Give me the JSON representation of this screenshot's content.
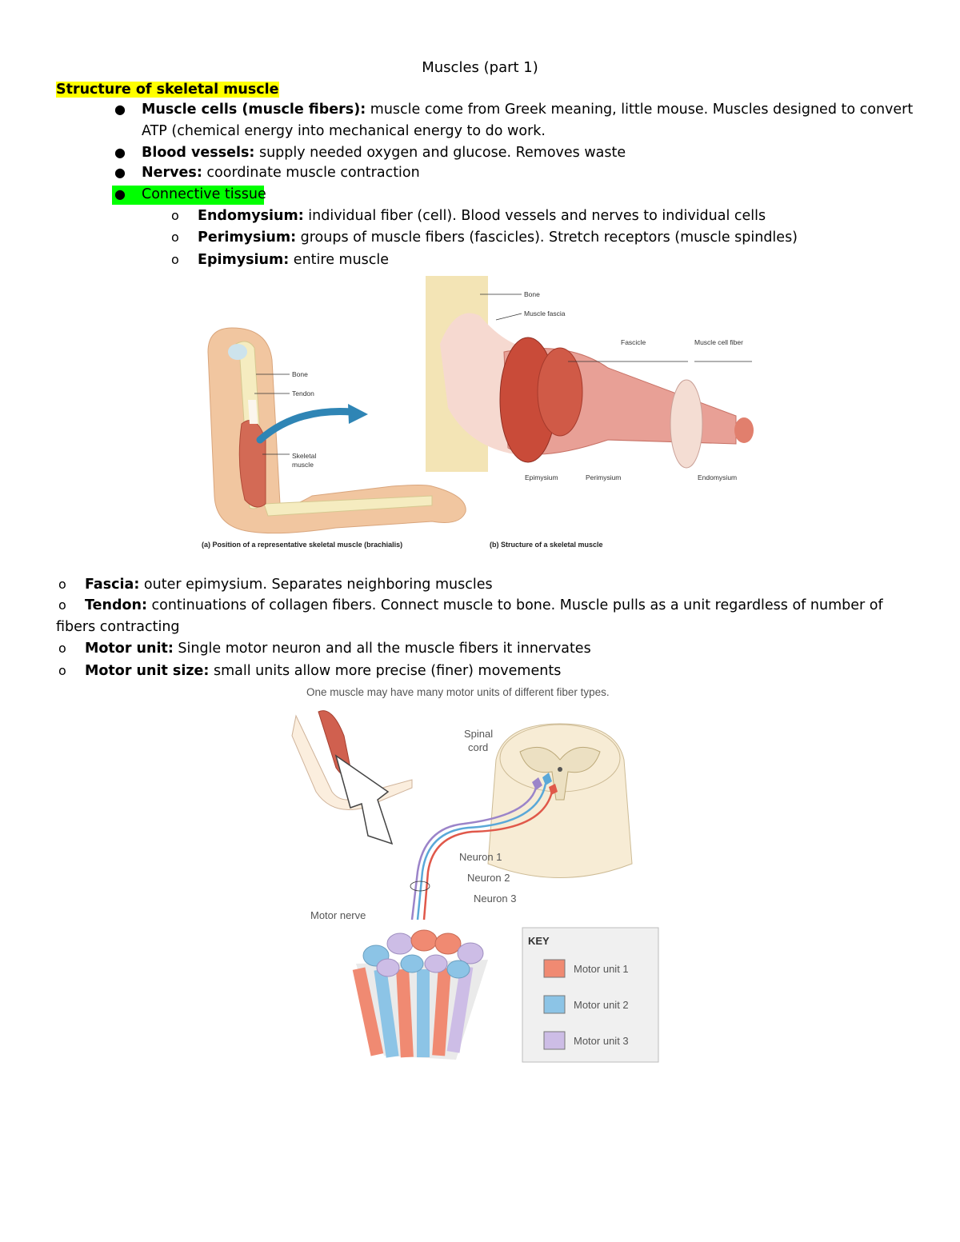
{
  "title": "Muscles (part 1)",
  "section_heading": "Structure of skeletal muscle",
  "bullets": [
    {
      "term": "Muscle cells (muscle fibers):",
      "text": " muscle come from Greek meaning, little mouse. Muscles designed to convert",
      "cont": "ATP (chemical energy into mechanical energy to do work."
    },
    {
      "term": "Blood vessels:",
      "text": " supply needed oxygen and glucose. Removes waste"
    },
    {
      "term": "Nerves:",
      "text": " coordinate muscle contraction"
    },
    {
      "term": "Connective tissue",
      "text": ""
    }
  ],
  "sub_bullets": [
    {
      "term": "Endomysium:",
      "text": " individual fiber (cell). Blood vessels and nerves to individual cells"
    },
    {
      "term": "Perimysium:",
      "text": " groups of muscle fibers (fascicles). Stretch receptors (muscle spindles)"
    },
    {
      "term": "Epimysium:",
      "text": " entire muscle"
    }
  ],
  "figure1": {
    "labels_a": [
      "Bone",
      "Tendon",
      "Skeletal",
      "muscle"
    ],
    "caption_a": "(a) Position of a representative skeletal muscle (brachialis)",
    "labels_b": [
      "Bone",
      "Muscle fascia",
      "Fascicle",
      "Muscle cell fiber",
      "Epimysium",
      "Perimysium",
      "Endomysium"
    ],
    "caption_b": "(b) Structure of a skeletal muscle"
  },
  "lower_bullets": [
    {
      "term": "Fascia:",
      "text": " outer epimysium. Separates neighboring muscles"
    },
    {
      "term": "Tendon:",
      "text": " continuations of collagen fibers. Connect muscle to bone. Muscle pulls as a unit regardless of number of",
      "cont": "fibers contracting"
    },
    {
      "term": "Motor unit:",
      "text": " Single motor neuron and all the muscle fibers it innervates"
    },
    {
      "term": "Motor unit size:",
      "text": " small units allow more precise (finer) movements"
    }
  ],
  "figure2": {
    "heading": "One muscle may have many motor units of different fiber types.",
    "spinal_cord": [
      "Spinal",
      "cord"
    ],
    "neurons": [
      "Neuron 1",
      "Neuron 2",
      "Neuron 3"
    ],
    "motor_nerve": "Motor nerve",
    "key_title": "KEY",
    "key_items": [
      {
        "label": "Motor unit 1",
        "color": "#f08a72"
      },
      {
        "label": "Motor unit 2",
        "color": "#8cc4e6"
      },
      {
        "label": "Motor unit 3",
        "color": "#cdbde6"
      }
    ]
  }
}
